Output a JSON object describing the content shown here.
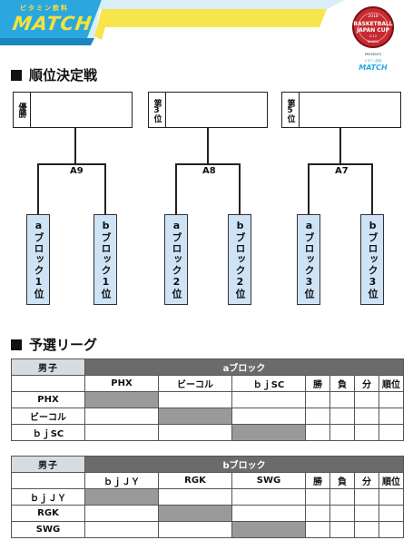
{
  "header": {
    "brand_sub": "ビタミン飲料",
    "brand_main": "MATCH",
    "logo": {
      "year": "2018",
      "title_line1": "BASKETBALL",
      "title_line2": "JAPAN CUP",
      "age": "U-12",
      "region": "NANBU",
      "presents": "PRESENTS",
      "sponsor_sub": "ビタミン飲料",
      "sponsor": "MATCH"
    },
    "colors": {
      "header_blue": "#2ba7e0",
      "brand_yellow": "#f5e23a",
      "logo_red": "#c72a30",
      "slot_blue": "#cfe3f6"
    }
  },
  "ranking": {
    "title": "順位決定戦",
    "brackets": [
      {
        "rank_label": "優勝",
        "game": "A9",
        "slots": [
          "aブロック1位",
          "bブロック1位"
        ]
      },
      {
        "rank_label": "第3位",
        "game": "A8",
        "slots": [
          "aブロック2位",
          "bブロック2位"
        ]
      },
      {
        "rank_label": "第5位",
        "game": "A7",
        "slots": [
          "aブロック3位",
          "bブロック3位"
        ]
      }
    ]
  },
  "league": {
    "title": "予選リーグ",
    "tables": [
      {
        "group": "男子",
        "block": "aブロック",
        "teams": [
          "PHX",
          "ビーコル",
          "ｂｊSC"
        ],
        "result_cols": [
          "勝",
          "負",
          "分",
          "順位"
        ]
      },
      {
        "group": "男子",
        "block": "bブロック",
        "teams": [
          "ｂｊＪＹ",
          "RGK",
          "SWG"
        ],
        "result_cols": [
          "勝",
          "負",
          "分",
          "順位"
        ]
      }
    ]
  }
}
